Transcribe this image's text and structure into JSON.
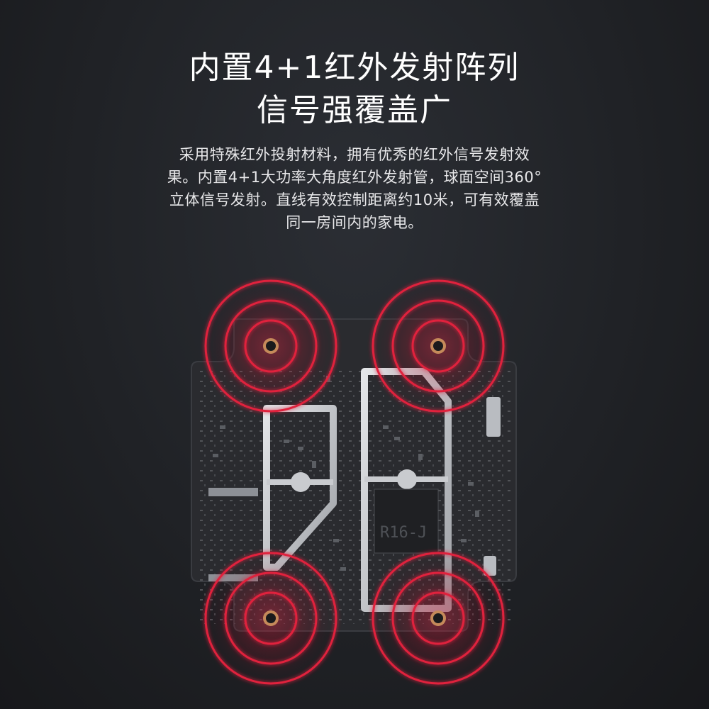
{
  "headline": {
    "line1": "内置4+1红外发射阵列",
    "line2": "信号强覆盖广"
  },
  "description": {
    "line1": "采用特殊红外投射材料，拥有优秀的红外信号发射效",
    "line2": "果。内置4+1大功率大角度红外发射管，球面空间360°",
    "line3": "立体信号发射。直线有效控制距离约10米，可有效覆盖",
    "line4": "同一房间内的家电。"
  },
  "board": {
    "chip_marking": "R16-J"
  },
  "colors": {
    "background": "#1d1f23",
    "ring": "#e0213c",
    "ring_glow": "#ff2a4a",
    "pcb": "#2a2b2f",
    "shield": "#c9cbcf",
    "emitter_pad": "#c58a5a"
  },
  "emitter_count": 4
}
